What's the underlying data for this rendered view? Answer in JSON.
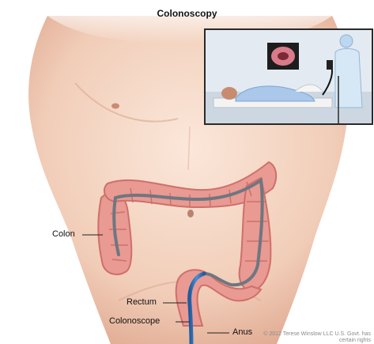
{
  "figure": {
    "title": "Colonoscopy",
    "labels": {
      "colon": "Colon",
      "rectum": "Rectum",
      "colonoscope": "Colonoscope",
      "anus": "Anus"
    },
    "credit": "© 2012 Terese Winslow LLC U.S. Govt. has certain rights"
  },
  "colors": {
    "skin_light": "#f6dccb",
    "skin_mid": "#eec3aa",
    "skin_shadow": "#d9a38a",
    "colon_fill": "#e89a93",
    "colon_ridge": "#cf6f6a",
    "scope_gray": "#6e7780",
    "scope_blue": "#2e6fb5",
    "inset_border": "#2a2a2a",
    "inset_bg": "#dfe7f0",
    "gown_blue": "#a9c8ea"
  }
}
